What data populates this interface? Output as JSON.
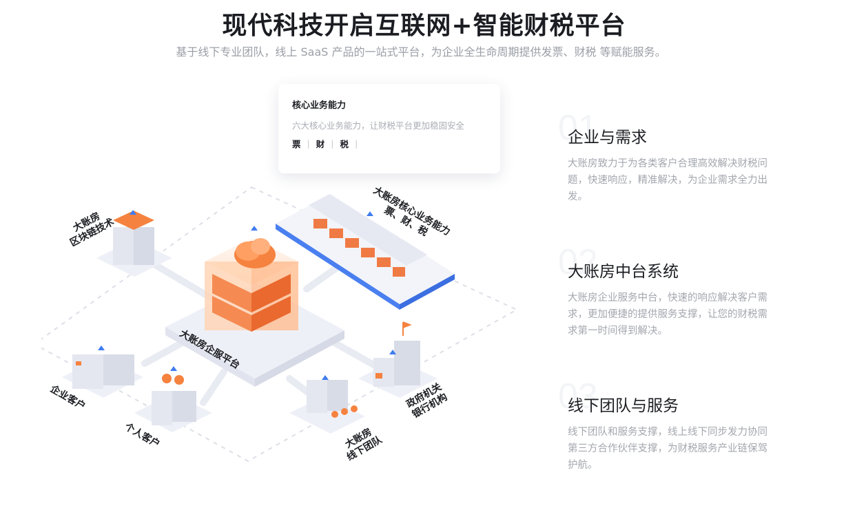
{
  "page": {
    "title": "现代科技开启互联网+智能财税平台",
    "subtitle": "基于线下专业团队，线上 SaaS 产品的一站式平台，为企业全生命周期提供发票、财税 等赋能服务。"
  },
  "card": {
    "title": "核心业务能力",
    "description": "六大核心业务能力，让财税平台更加稳固安全",
    "tags": [
      "票",
      "财",
      "税"
    ]
  },
  "diagram": {
    "blockchain_label": [
      "大账房",
      "区块链技术"
    ],
    "core_label": [
      "大账房核心业务能力",
      "票、财、税"
    ],
    "platform_label": "大账房企服平台",
    "enterprise_label": "企业客户",
    "individual_label": "个人客户",
    "offline_label": [
      "大账房",
      "线下团队"
    ],
    "gov_label": [
      "政府机关",
      "银行机构"
    ]
  },
  "features": [
    {
      "number": "01",
      "title": "企业与需求",
      "description": "大账房致力于为各类客户合理高效解决财税问题，快速响应，精准解决，为企业需求全力出发。"
    },
    {
      "number": "02",
      "title": "大账房中台系统",
      "description": "大账房企业服务中台，快速的响应解决客户需求，更加便捷的提供服务支撑，让您的财税需求第一时间得到解决。"
    },
    {
      "number": "03",
      "title": "线下团队与服务",
      "description": "线下团队和服务支撑，线上线下同步发力协同第三方合作伙伴支撑，为财税服务产业链保驾护航。"
    }
  ],
  "colors": {
    "accent": "#f5824a",
    "accent_light": "#ffc9a3",
    "blue": "#4a82f0",
    "platform": "#eef0f7"
  }
}
